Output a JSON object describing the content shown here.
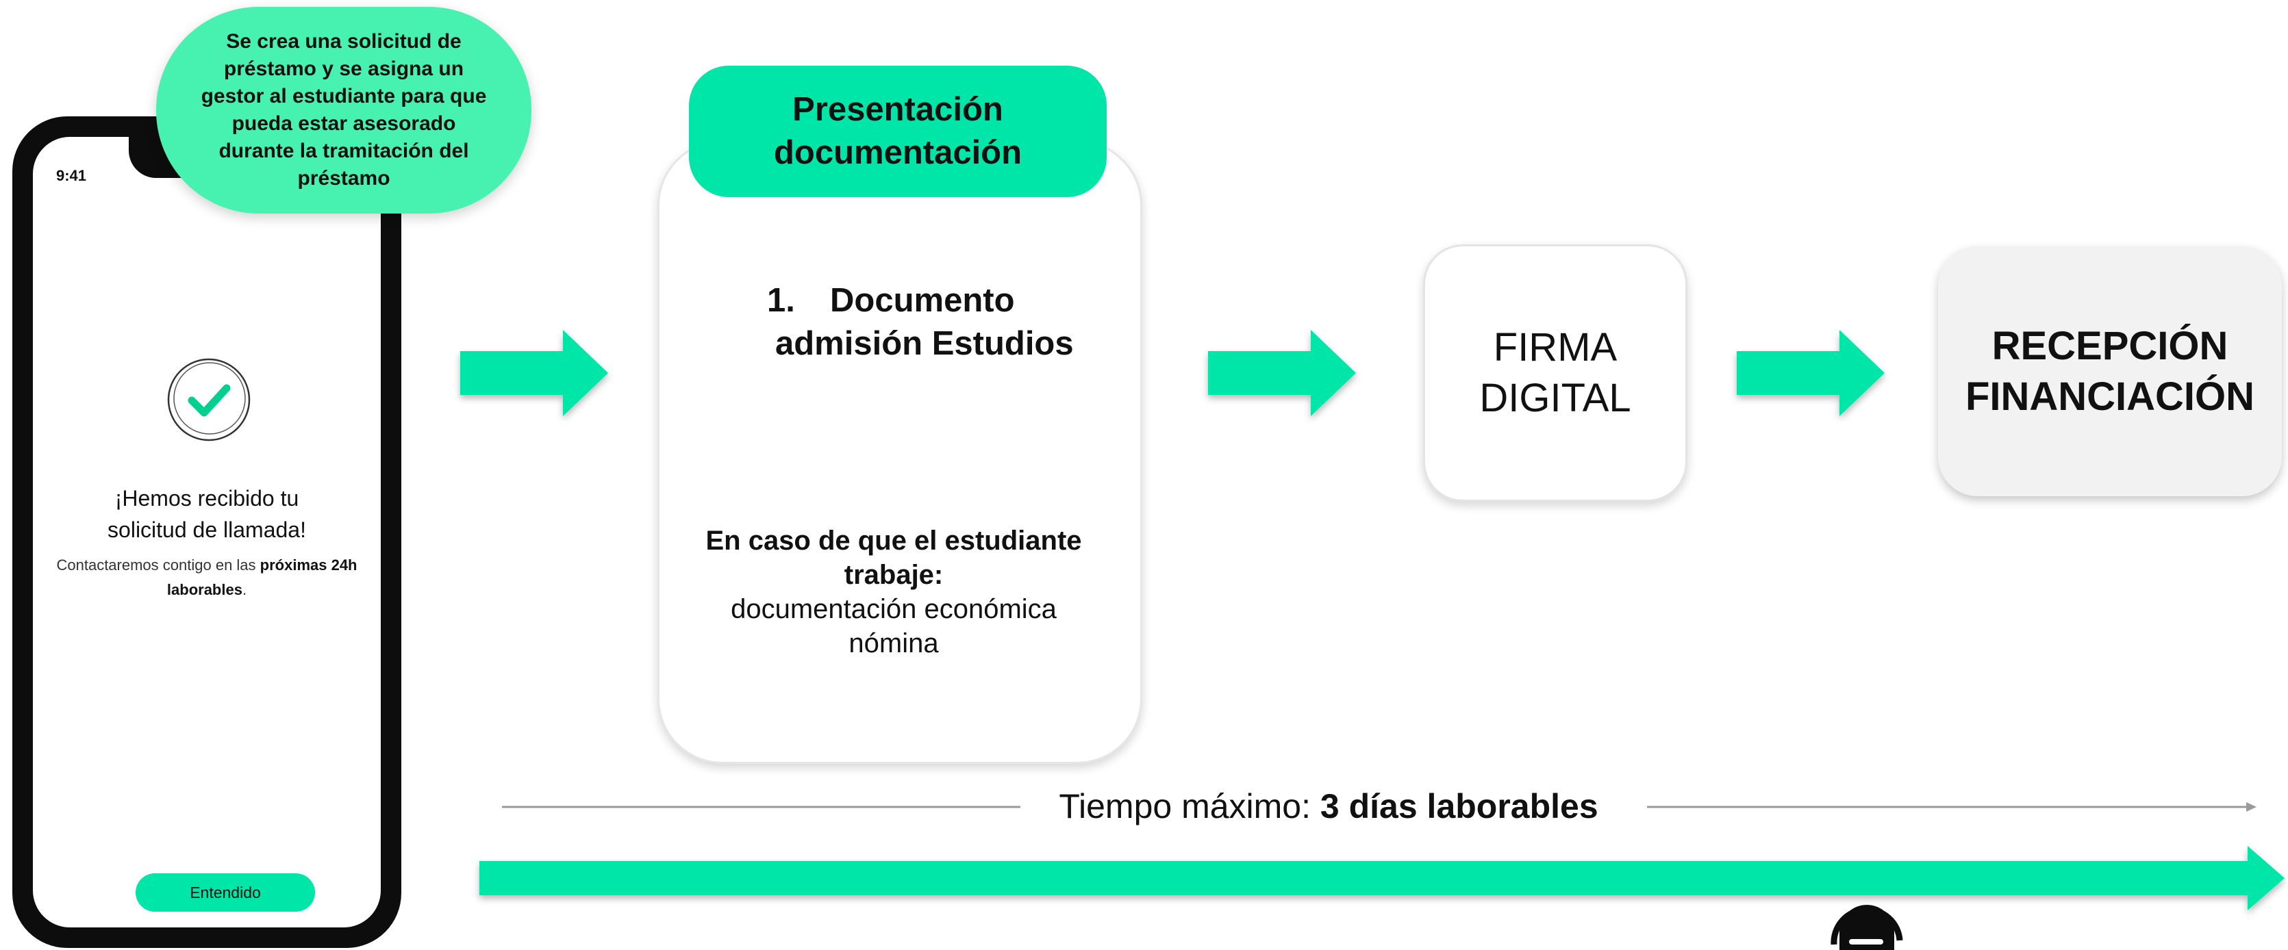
{
  "phone": {
    "time": "9:41",
    "title_line1": "¡Hemos recibido tu",
    "title_line2": "solicitud de llamada!",
    "sub_pre": "Contactaremos contigo en las ",
    "sub_bold1": "próximas 24h",
    "sub_bold2": "laborables",
    "sub_end": ".",
    "button_label": "Entendido"
  },
  "bubble": {
    "text": "Se crea una solicitud de préstamo y se asigna un gestor al estudiante para que pueda estar asesorado durante la tramitación del préstamo"
  },
  "documentation": {
    "header_line1": "Presentación",
    "header_line2": "documentación",
    "item_number": "1.",
    "item_line1": "Documento",
    "item_line2": "admisión Estudios",
    "note_bold_line1": "En caso de que el estudiante",
    "note_bold_line2": "trabaje:",
    "note_line1": "documentación económica",
    "note_line2": "nómina"
  },
  "firma": {
    "line1": "FIRMA",
    "line2": "DIGITAL"
  },
  "recepcion": {
    "line1": "RECEPCIÓN",
    "line2": "FINANCIACIÓN"
  },
  "timeline": {
    "label_pre": "Tiempo máximo: ",
    "label_bold": "3 días laborables"
  },
  "colors": {
    "accent": "#00e5a8",
    "bubble": "#47f2b0",
    "recepcion_bg": "#f2f2f2",
    "line_gray": "#9a9a9a"
  },
  "icons": [
    "check-circle-icon",
    "arrow-right-icon",
    "headset-icon"
  ]
}
